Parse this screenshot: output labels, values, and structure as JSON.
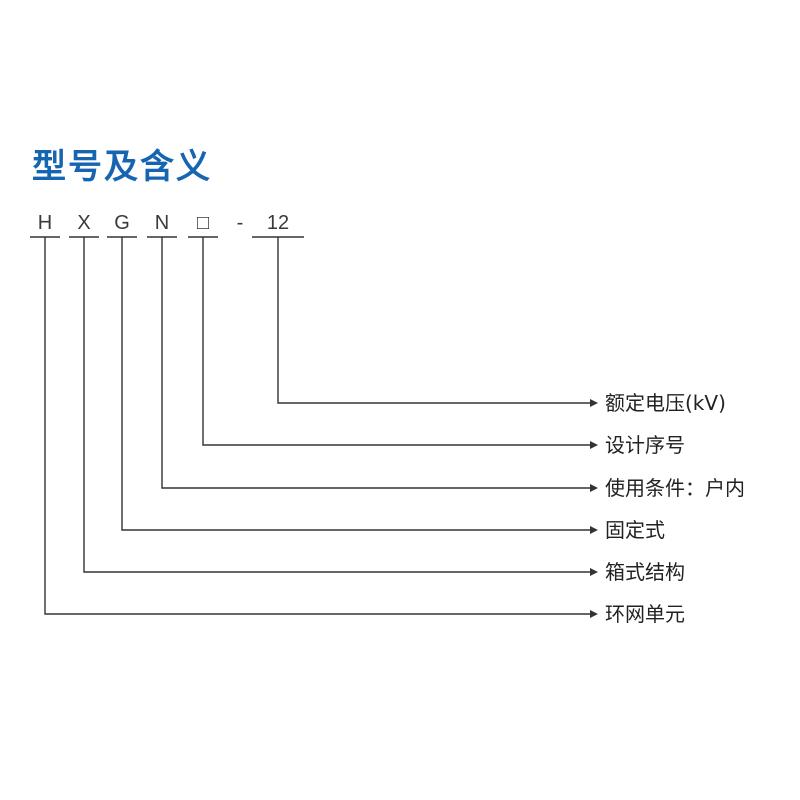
{
  "title": "型号及含义",
  "accent_color": "#1565b0",
  "code": {
    "chars": [
      "H",
      "X",
      "G",
      "N",
      "□",
      "-",
      "12"
    ]
  },
  "meanings": [
    "额定电压(kV)",
    "设计序号",
    "使用条件：户内",
    "固定式",
    "箱式结构",
    "环网单元"
  ]
}
